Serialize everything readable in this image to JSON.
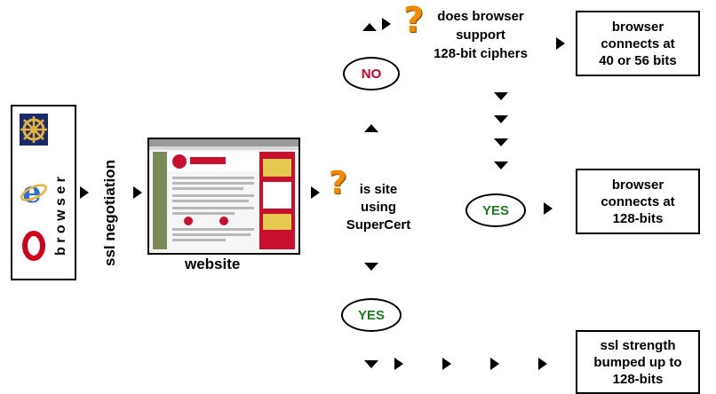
{
  "colors": {
    "no": "#cc0022",
    "yes": "#1f7a1f",
    "question": "#f08a00"
  },
  "browser_panel": {
    "label": "b r o w s e r",
    "icons": [
      "netscape-wheel-icon",
      "internet-explorer-icon",
      "opera-icon"
    ]
  },
  "ssl_negotiation": {
    "label": "ssl negotiation"
  },
  "website": {
    "label": "website"
  },
  "site_check": {
    "question_mark": "?",
    "text": "is site\nusing\nSuperCert"
  },
  "browser_check": {
    "question_mark": "?",
    "text": "does browser\nsupport\n128-bit ciphers"
  },
  "decisions": {
    "no_top": "NO",
    "yes_right": "YES",
    "yes_bottom": "YES"
  },
  "results": {
    "top": "browser\nconnects at\n40 or 56 bits",
    "middle": "browser\nconnects at\n128-bits",
    "bottom": "ssl strength\nbumped up to\n128-bits"
  }
}
